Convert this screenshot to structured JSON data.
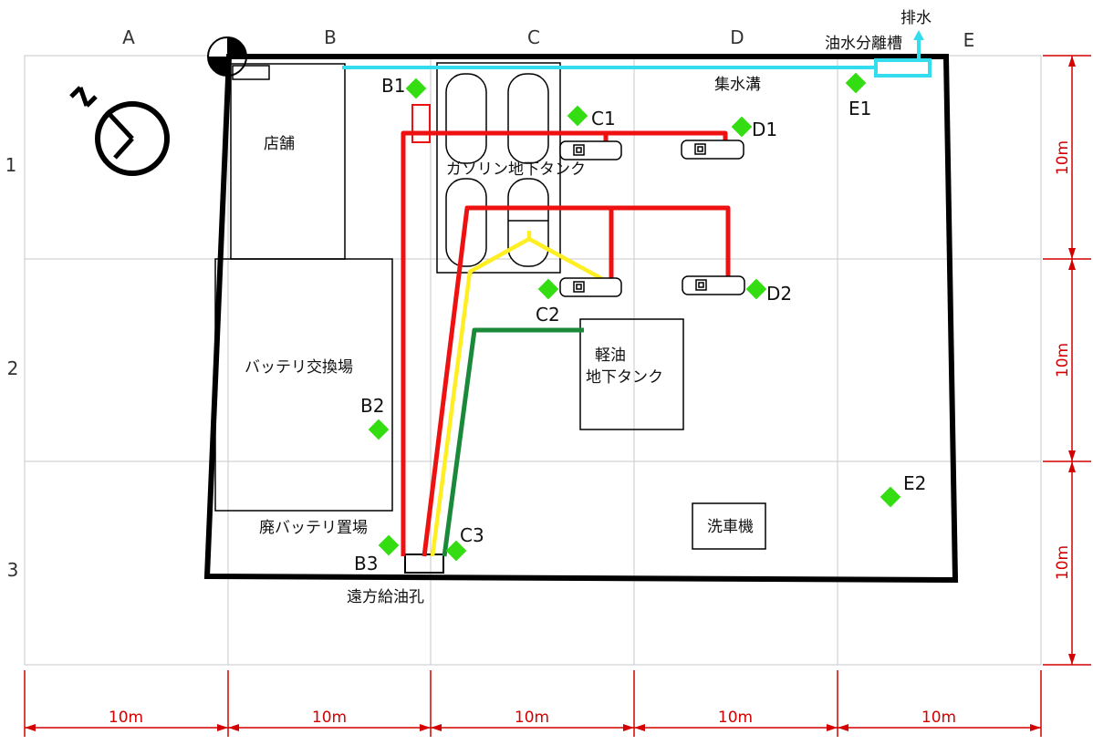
{
  "grid": {
    "columns": [
      "A",
      "B",
      "C",
      "D",
      "E"
    ],
    "rows": [
      "1",
      "2",
      "3"
    ]
  },
  "dimensions": {
    "horizontal": [
      "10m",
      "10m",
      "10m",
      "10m",
      "10m"
    ],
    "vertical": [
      "10m",
      "10m",
      "10m"
    ]
  },
  "labels": {
    "drain": "排水",
    "separator": "油水分離槽",
    "gutter": "集水溝",
    "shop": "店舗",
    "gasoline_tank": "ガソリン地下タンク",
    "battery_exchange": "バッテリ交換場",
    "waste_battery": "廃バッテリ置場",
    "diesel_tank_line1": "軽油",
    "diesel_tank_line2": "地下タンク",
    "car_wash": "洗車機",
    "remote_fill": "遠方給油孔"
  },
  "sampling_points": [
    "B1",
    "C1",
    "D1",
    "E1",
    "C2",
    "D2",
    "B2",
    "E2",
    "B3",
    "C3"
  ],
  "colors": {
    "gasoline_pipe": "#ee1111",
    "kerosene_pipe": "#ffee22",
    "diesel_pipe": "#1a8a3a",
    "drain_line": "#33ddee",
    "sampling_point": "#33dd11",
    "dimension": "#d40000"
  }
}
